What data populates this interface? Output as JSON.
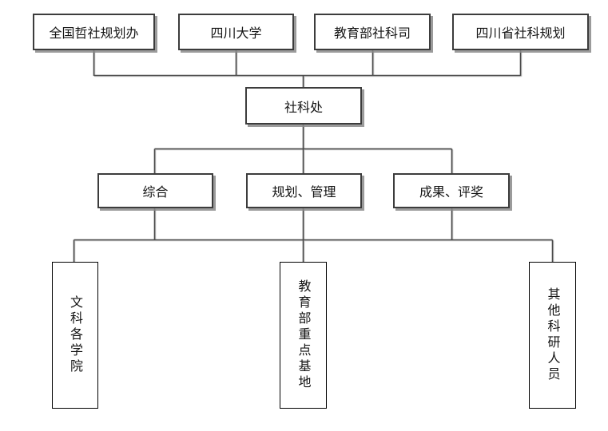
{
  "diagram": {
    "type": "organizational-chart",
    "top_row": [
      {
        "label": "全国哲社规划办"
      },
      {
        "label": "四川大学"
      },
      {
        "label": "教育部社科司"
      },
      {
        "label": "四川省社科规划"
      }
    ],
    "center": {
      "label": "社科处"
    },
    "middle_row": [
      {
        "label": "综合"
      },
      {
        "label": "规划、管理"
      },
      {
        "label": "成果、评奖"
      }
    ],
    "bottom_row": [
      {
        "label": "文科各学院"
      },
      {
        "label": "教育部重点基地"
      },
      {
        "label": "其他科研人员"
      }
    ],
    "colors": {
      "background": "#ffffff",
      "box_border": "#3c3c3c",
      "vertical_box_border": "#000000",
      "connector_line": "#4a4a4a",
      "shadow": "#8a8a8a",
      "text": "#141414"
    }
  }
}
